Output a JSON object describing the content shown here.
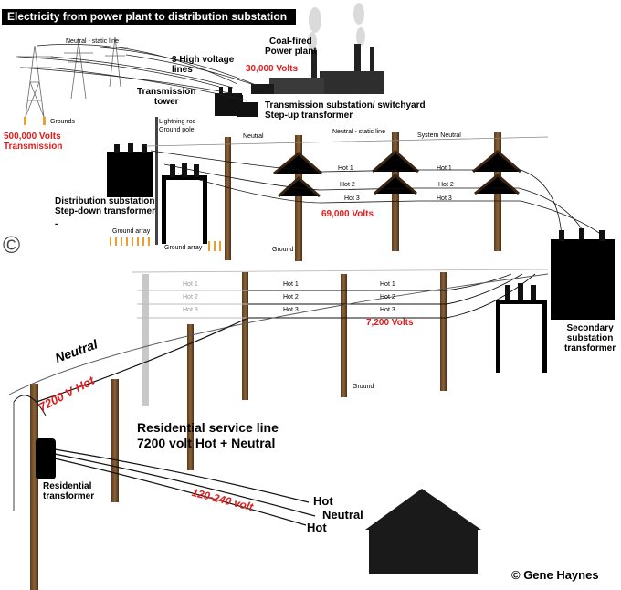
{
  "title": "Electricity from power plant to distribution substation",
  "labels": {
    "plant": "Coal-fired\nPower plant",
    "plant_voltage": "30,000 Volts",
    "hv_lines": "3 High voltage\nlines",
    "neutral_static_top": "Neutral - static line",
    "transmission_tower": "Transmission\ntower",
    "switchyard": "Transmission substation/ switchyard\nStep-up transformer",
    "grounds": "Grounds",
    "transmission_voltage": "500,000 Volts\nTransmission",
    "lightning_rod": "Lightning rod\nGround pole",
    "dist_substation": "Distribution substation\nStep-down transformer",
    "dash": "-",
    "ground_array_1": "Ground array",
    "ground_array_2": "Ground array",
    "neutral_mid": "Neutral",
    "neutral_static_mid": "Neutral - static line",
    "system_neutral": "System Neutral",
    "ground_mid": "Ground",
    "sub_voltage": "69,000 Volts",
    "secondary_substation": "Secondary\nsubstation\ntransformer",
    "dist_voltage": "7,200 Volts",
    "ground_low": "Ground",
    "neutral_res": "Neutral",
    "hot_7200": "7200 V Hot",
    "service_line": "Residential service line\n7200 volt Hot + Neutral",
    "res_transformer": "Residential\ntransformer",
    "v120_240": "120-240 volt",
    "drop_hot_1": "Hot",
    "drop_neutral": "Neutral",
    "drop_hot_2": "Hot",
    "copyright_symbol": "©",
    "credit": "© Gene Haynes"
  },
  "hot_lines": {
    "mid_set_1": [
      "Hot 1",
      "Hot 2",
      "Hot 3"
    ],
    "mid_set_2": [
      "Hot 1",
      "Hot 2",
      "Hot 3"
    ],
    "low_set_1": [
      "Hot 1",
      "Hot 2",
      "Hot 3"
    ],
    "low_set_2": [
      "Hot 1",
      "Hot 2",
      "Hot 3"
    ],
    "low_set_3": [
      "Hot 1",
      "Hot 2",
      "Hot 3"
    ]
  },
  "colors": {
    "pole": "#7a5230",
    "red_text": "#e21b1b",
    "line": "#000000",
    "faint_line": "#bbbbbb"
  }
}
